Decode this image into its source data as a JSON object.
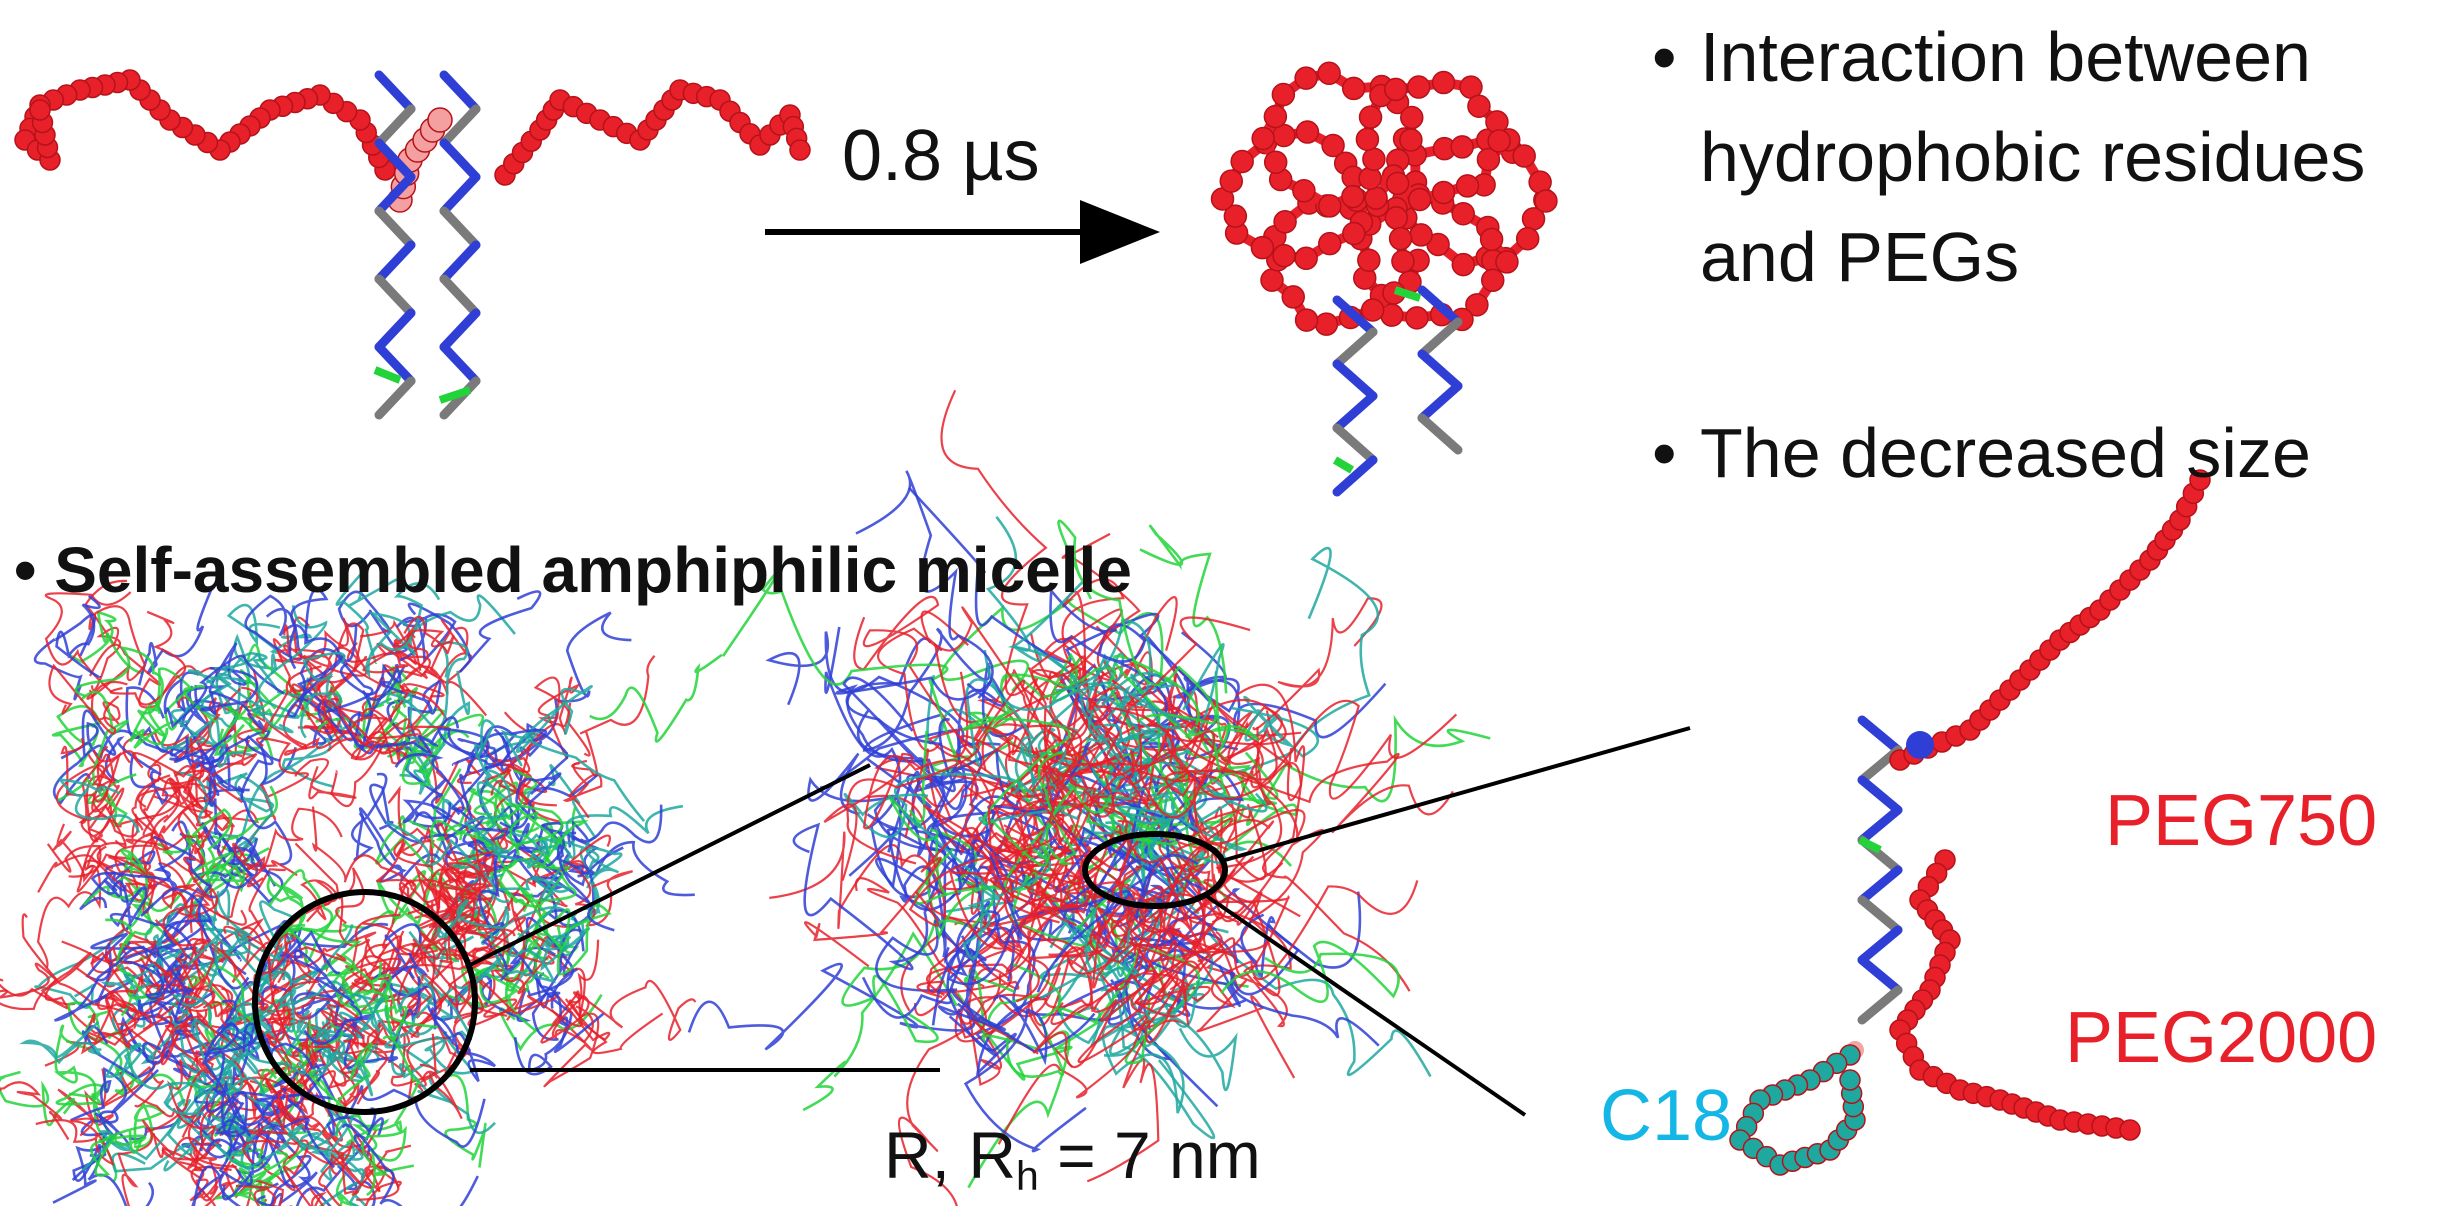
{
  "arrow_label": "0.8 µs",
  "bullets_right": [
    {
      "bullet": "•",
      "lines": [
        "Interaction between",
        "hydrophobic residues",
        "and PEGs"
      ]
    },
    {
      "bullet": "•",
      "lines": [
        "The decreased size"
      ]
    }
  ],
  "section_heading": {
    "bullet": "•",
    "text": "Self-assembled amphiphilic micelle"
  },
  "radius_label": {
    "prefix": "R, R",
    "subscript": "h",
    "suffix": " = 7 nm"
  },
  "molecule_labels": {
    "peg750": "PEG750",
    "peg2000": "PEG2000",
    "c18": "C18"
  },
  "colors": {
    "peg": "#e8202a",
    "peptide_backbone": "#2f3fd6",
    "peptide_grey": "#7a7a7a",
    "peptide_green": "#22d43a",
    "alkyl_chain": "#1fa8a0",
    "c18_label": "#14b6e6",
    "linker": "#f0a6a6"
  }
}
